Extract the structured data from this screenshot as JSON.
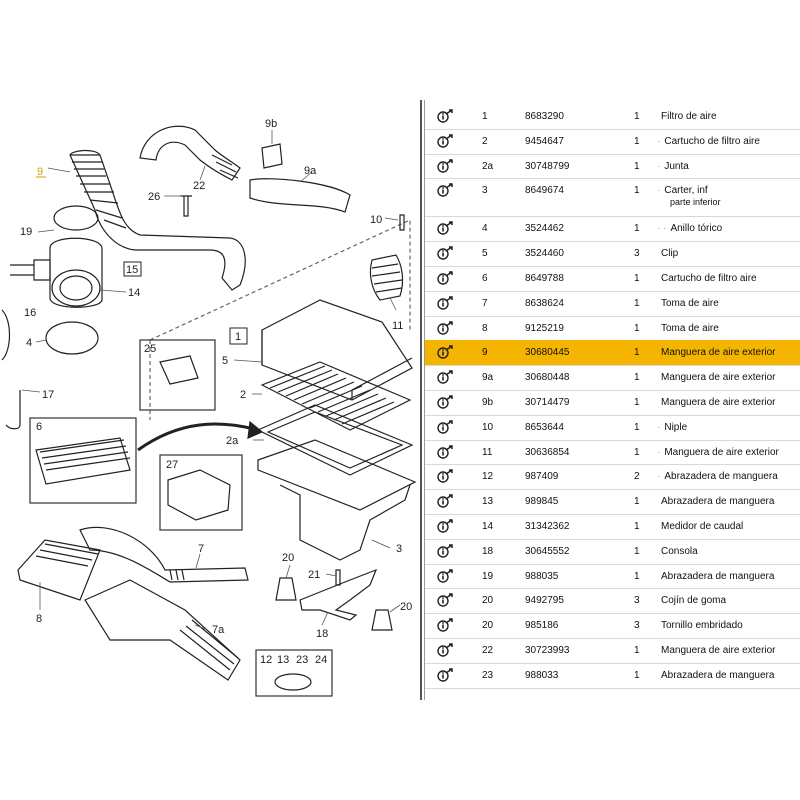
{
  "diagram": {
    "labels": {
      "l9": "9",
      "l9b": "9b",
      "l9a": "9a",
      "l22": "22",
      "l26": "26",
      "l10": "10",
      "l11": "11",
      "l19": "19",
      "l15": "15",
      "l14": "14",
      "l16": "16",
      "l4": "4",
      "l17": "17",
      "l25": "25",
      "l1": "1",
      "l5": "5",
      "l2": "2",
      "l6": "6",
      "l2a": "2a",
      "l27": "27",
      "l3": "3",
      "l7": "7",
      "l8": "8",
      "l7a": "7a",
      "l20a": "20",
      "l21": "21",
      "l20b": "20",
      "l18": "18",
      "l12": "12",
      "l13": "13",
      "l23": "23",
      "l24": "24"
    }
  },
  "parts": [
    {
      "pos": "1",
      "pn": "8683290",
      "qty": "1",
      "desc": "Filtro de aire",
      "dots": ""
    },
    {
      "pos": "2",
      "pn": "9454647",
      "qty": "1",
      "desc": "Cartucho de filtro aire",
      "dots": "·"
    },
    {
      "pos": "2a",
      "pn": "30748799",
      "qty": "1",
      "desc": "Junta",
      "dots": "·"
    },
    {
      "pos": "3",
      "pn": "8649674",
      "qty": "1",
      "desc": "Carter, inf",
      "dots": "·",
      "sub": "parte inferior"
    },
    {
      "pos": "4",
      "pn": "3524462",
      "qty": "1",
      "desc": "Anillo tórico",
      "dots": "· ·"
    },
    {
      "pos": "5",
      "pn": "3524460",
      "qty": "3",
      "desc": "Clip",
      "dots": ""
    },
    {
      "pos": "6",
      "pn": "8649788",
      "qty": "1",
      "desc": "Cartucho de filtro aire",
      "dots": ""
    },
    {
      "pos": "7",
      "pn": "8638624",
      "qty": "1",
      "desc": "Toma de aire",
      "dots": ""
    },
    {
      "pos": "8",
      "pn": "9125219",
      "qty": "1",
      "desc": "Toma de aire",
      "dots": ""
    },
    {
      "pos": "9",
      "pn": "30680445",
      "qty": "1",
      "desc": "Manguera de aire exterior",
      "dots": "",
      "highlight": true
    },
    {
      "pos": "9a",
      "pn": "30680448",
      "qty": "1",
      "desc": "Manguera de aire exterior",
      "dots": ""
    },
    {
      "pos": "9b",
      "pn": "30714479",
      "qty": "1",
      "desc": "Manguera de aire exterior",
      "dots": ""
    },
    {
      "pos": "10",
      "pn": "8653644",
      "qty": "1",
      "desc": "Niple",
      "dots": "·"
    },
    {
      "pos": "11",
      "pn": "30636854",
      "qty": "1",
      "desc": "Manguera de aire exterior",
      "dots": "·"
    },
    {
      "pos": "12",
      "pn": "987409",
      "qty": "2",
      "desc": "Abrazadera de manguera",
      "dots": "·"
    },
    {
      "pos": "13",
      "pn": "989845",
      "qty": "1",
      "desc": "Abrazadera de manguera",
      "dots": ""
    },
    {
      "pos": "14",
      "pn": "31342362",
      "qty": "1",
      "desc": "Medidor de caudal",
      "dots": ""
    },
    {
      "pos": "18",
      "pn": "30645552",
      "qty": "1",
      "desc": "Consola",
      "dots": ""
    },
    {
      "pos": "19",
      "pn": "988035",
      "qty": "1",
      "desc": "Abrazadera de manguera",
      "dots": ""
    },
    {
      "pos": "20",
      "pn": "9492795",
      "qty": "3",
      "desc": "Cojín de goma",
      "dots": ""
    },
    {
      "pos": "20",
      "pn": "985186",
      "qty": "3",
      "desc": "Tornillo embridado",
      "dots": ""
    },
    {
      "pos": "22",
      "pn": "30723993",
      "qty": "1",
      "desc": "Manguera de aire exterior",
      "dots": ""
    },
    {
      "pos": "23",
      "pn": "988033",
      "qty": "1",
      "desc": "Abrazadera de manguera",
      "dots": ""
    }
  ],
  "colors": {
    "highlight": "#f4b400",
    "label_highlight": "#d49b00"
  },
  "icons": {
    "row_icon": "info-arrow-icon"
  }
}
